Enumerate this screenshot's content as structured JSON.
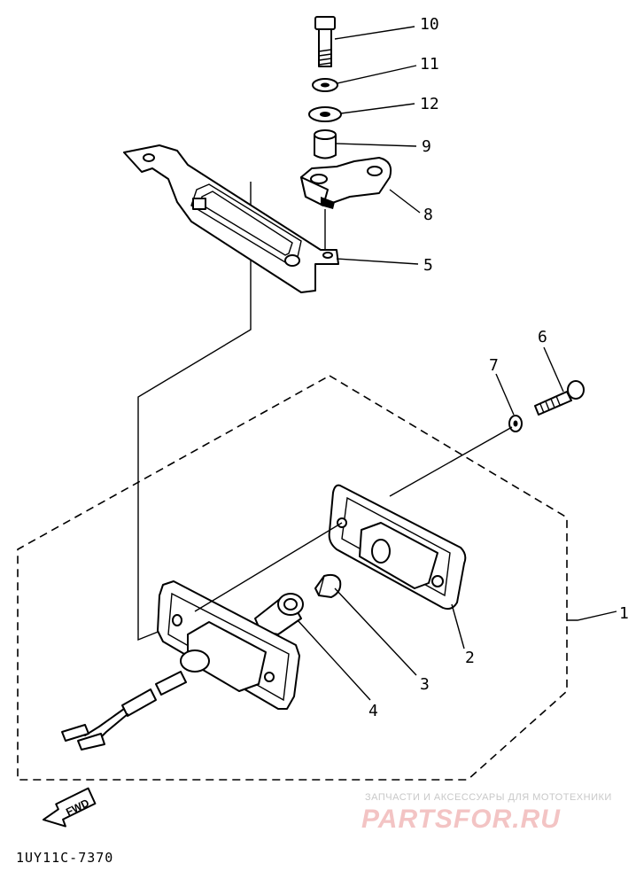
{
  "callouts": {
    "c1": "1",
    "c2": "2",
    "c3": "3",
    "c4": "4",
    "c5": "5",
    "c6": "6",
    "c7": "7",
    "c8": "8",
    "c9": "9",
    "c10": "10",
    "c11": "11",
    "c12": "12"
  },
  "fwd_label": "FWD",
  "diagram_code": "1UY11C-7370",
  "watermark": {
    "line1": "ЗАПЧАСТИ И АКСЕССУАРЫ ДЛЯ МОТОТЕХНИКИ",
    "line2": "PARTSFOR.RU"
  },
  "colors": {
    "ink": "#000000",
    "watermark_text": "#c8c8c8",
    "watermark_logo": "#f3c4c4"
  }
}
